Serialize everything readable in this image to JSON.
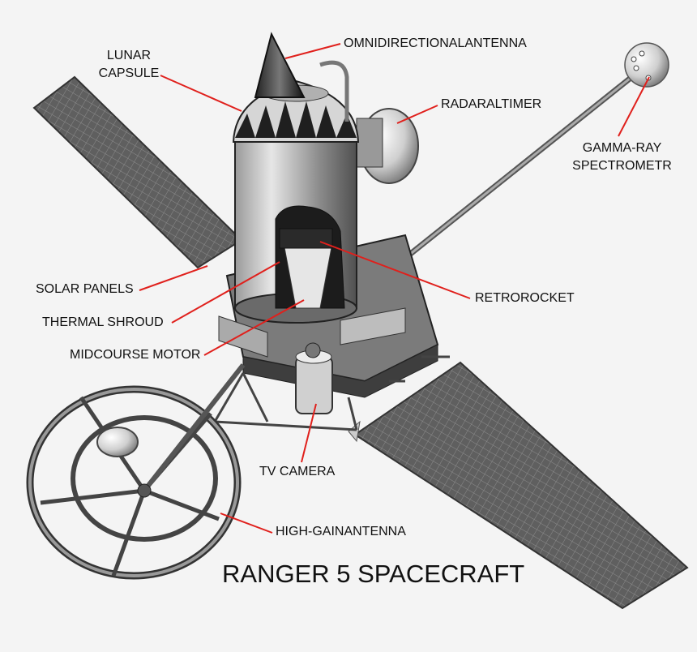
{
  "title": "RANGER 5 SPACECRAFT",
  "labels": {
    "lunar_capsule": [
      "LUNAR",
      "CAPSULE"
    ],
    "omni_antenna": "OMNIDIRECTIONALANTENNA",
    "radar_altimeter": "RADARALTIMER",
    "gamma_ray": [
      "GAMMA-RAY",
      "SPECTROMETR"
    ],
    "solar_panels": "SOLAR PANELS",
    "thermal_shroud": "THERMAL SHROUD",
    "midcourse_motor": "MIDCOURSE MOTOR",
    "retrorocket": "RETROROCKET",
    "tv_camera": "TV CAMERA",
    "high_gain_antenna": "HIGH-GAINANTENNA"
  },
  "colors": {
    "leader": "#e0201c",
    "panel": "#5d5d5d",
    "panel_grid": "#8a8a8a",
    "metal_dark": "#3a3a3a",
    "metal_light": "#d8d8d8",
    "background": "#f4f4f4"
  }
}
